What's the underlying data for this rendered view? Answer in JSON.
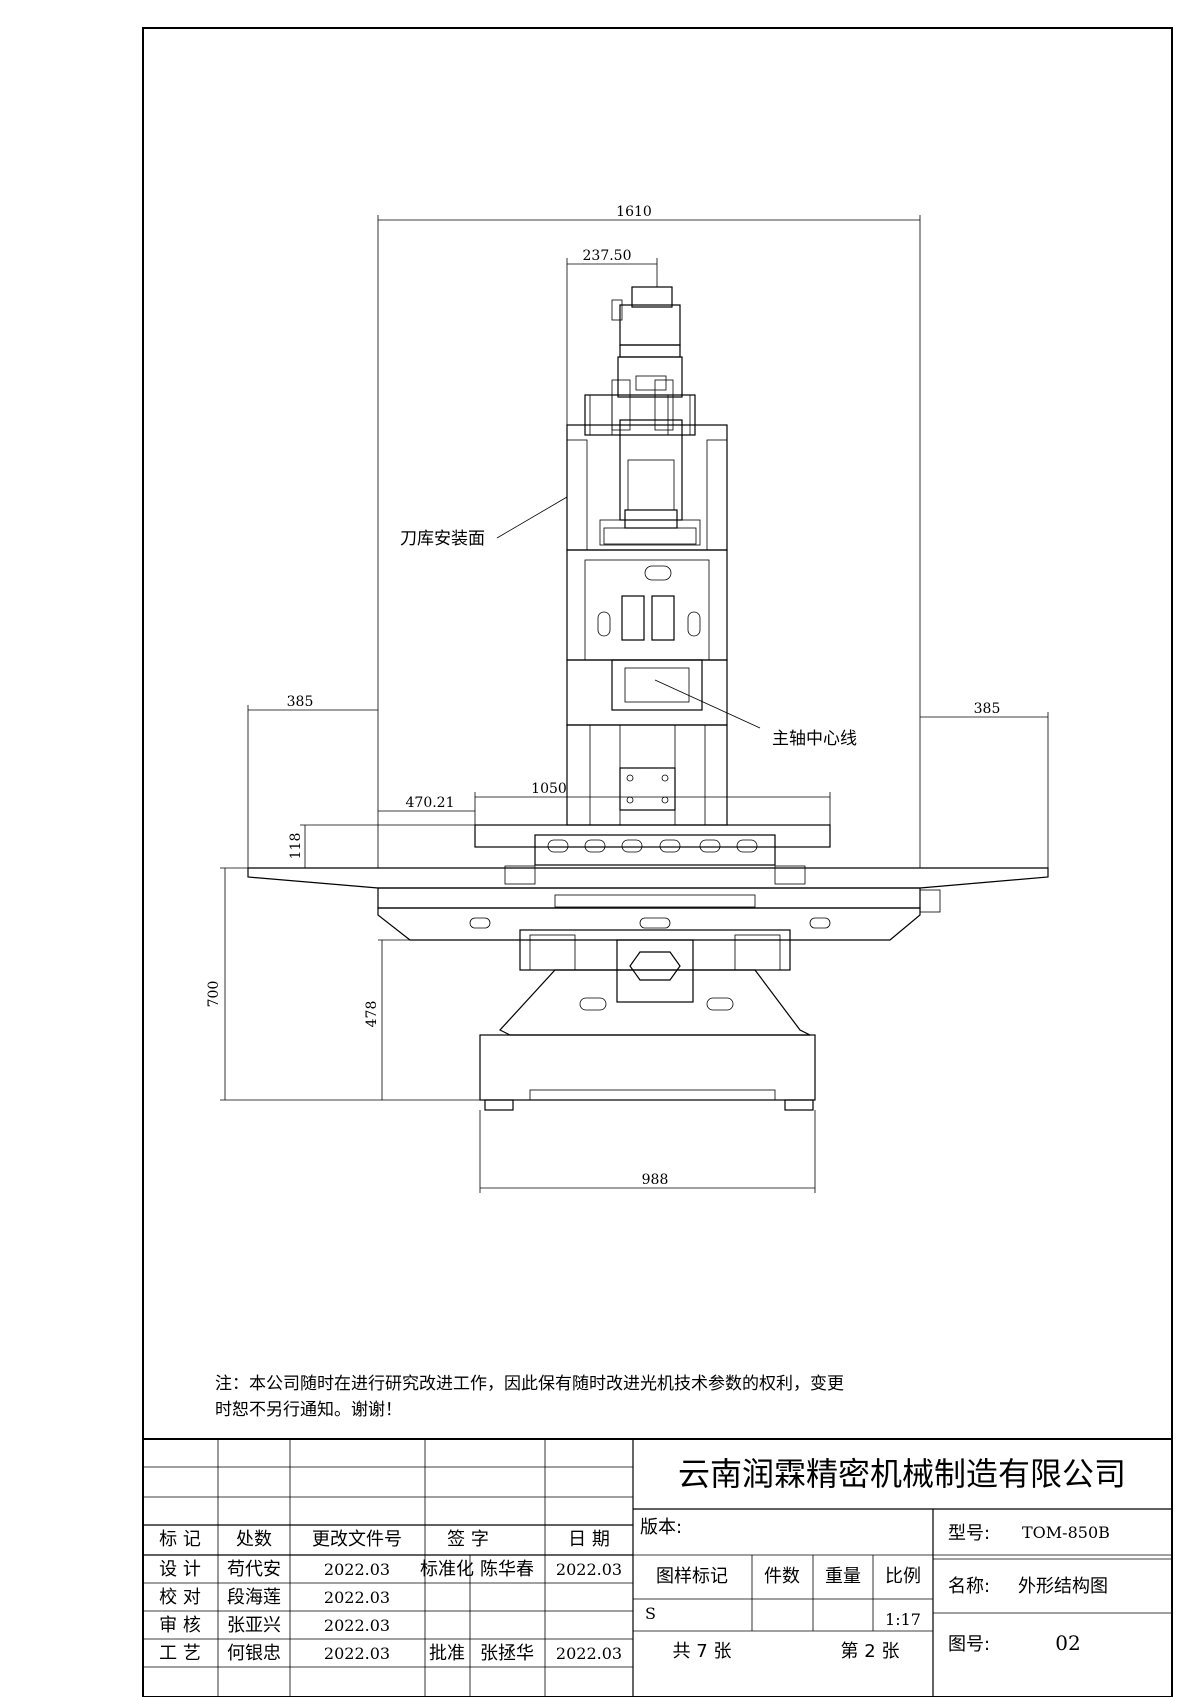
{
  "drawing": {
    "dimensions": {
      "overall_width": "1610",
      "spindle_offset": "237.50",
      "left_travel": "385",
      "right_travel": "385",
      "table_offset": "470.21",
      "table_length": "1050",
      "table_height": "118",
      "overall_height": "700",
      "base_height": "478",
      "base_width": "988"
    },
    "callouts": {
      "tool_magazine": "刀库安装面",
      "spindle_center": "主轴中心线"
    }
  },
  "note": {
    "line1": "注：本公司随时在进行研究改进工作，因此保有随时改进光机技术参数的权利，变更",
    "line2": "时恕不另行通知。谢谢！"
  },
  "title_block": {
    "company": "云南润霖精密机械制造有限公司",
    "headers": [
      "标 记",
      "处数",
      "更改文件号",
      "签 字",
      "日 期"
    ],
    "rows": [
      {
        "role": "设 计",
        "name": "苟代安",
        "date": "2022.03"
      },
      {
        "role": "校 对",
        "name": "段海莲",
        "date": "2022.03"
      },
      {
        "role": "审 核",
        "name": "张亚兴",
        "date": "2022.03"
      },
      {
        "role": "工 艺",
        "name": "何银忠",
        "date": "2022.03"
      }
    ],
    "standardization": {
      "label": "标准化",
      "name": "陈华春",
      "date": "2022.03"
    },
    "approval": {
      "label": "批准",
      "name": "张拯华",
      "date": "2022.03"
    },
    "version_label": "版本:",
    "drawing_mark_label": "图样标记",
    "quantity_label": "件数",
    "weight_label": "重量",
    "scale_label": "比例",
    "drawing_mark": "S",
    "scale": "1:17",
    "total_sheets": "共 7 张",
    "sheet_number": "第 2 张",
    "model_label": "型号:",
    "model": "TOM-850B",
    "name_label": "名称:",
    "name": "外形结构图",
    "drawing_no_label": "图号:",
    "drawing_no": "02"
  }
}
